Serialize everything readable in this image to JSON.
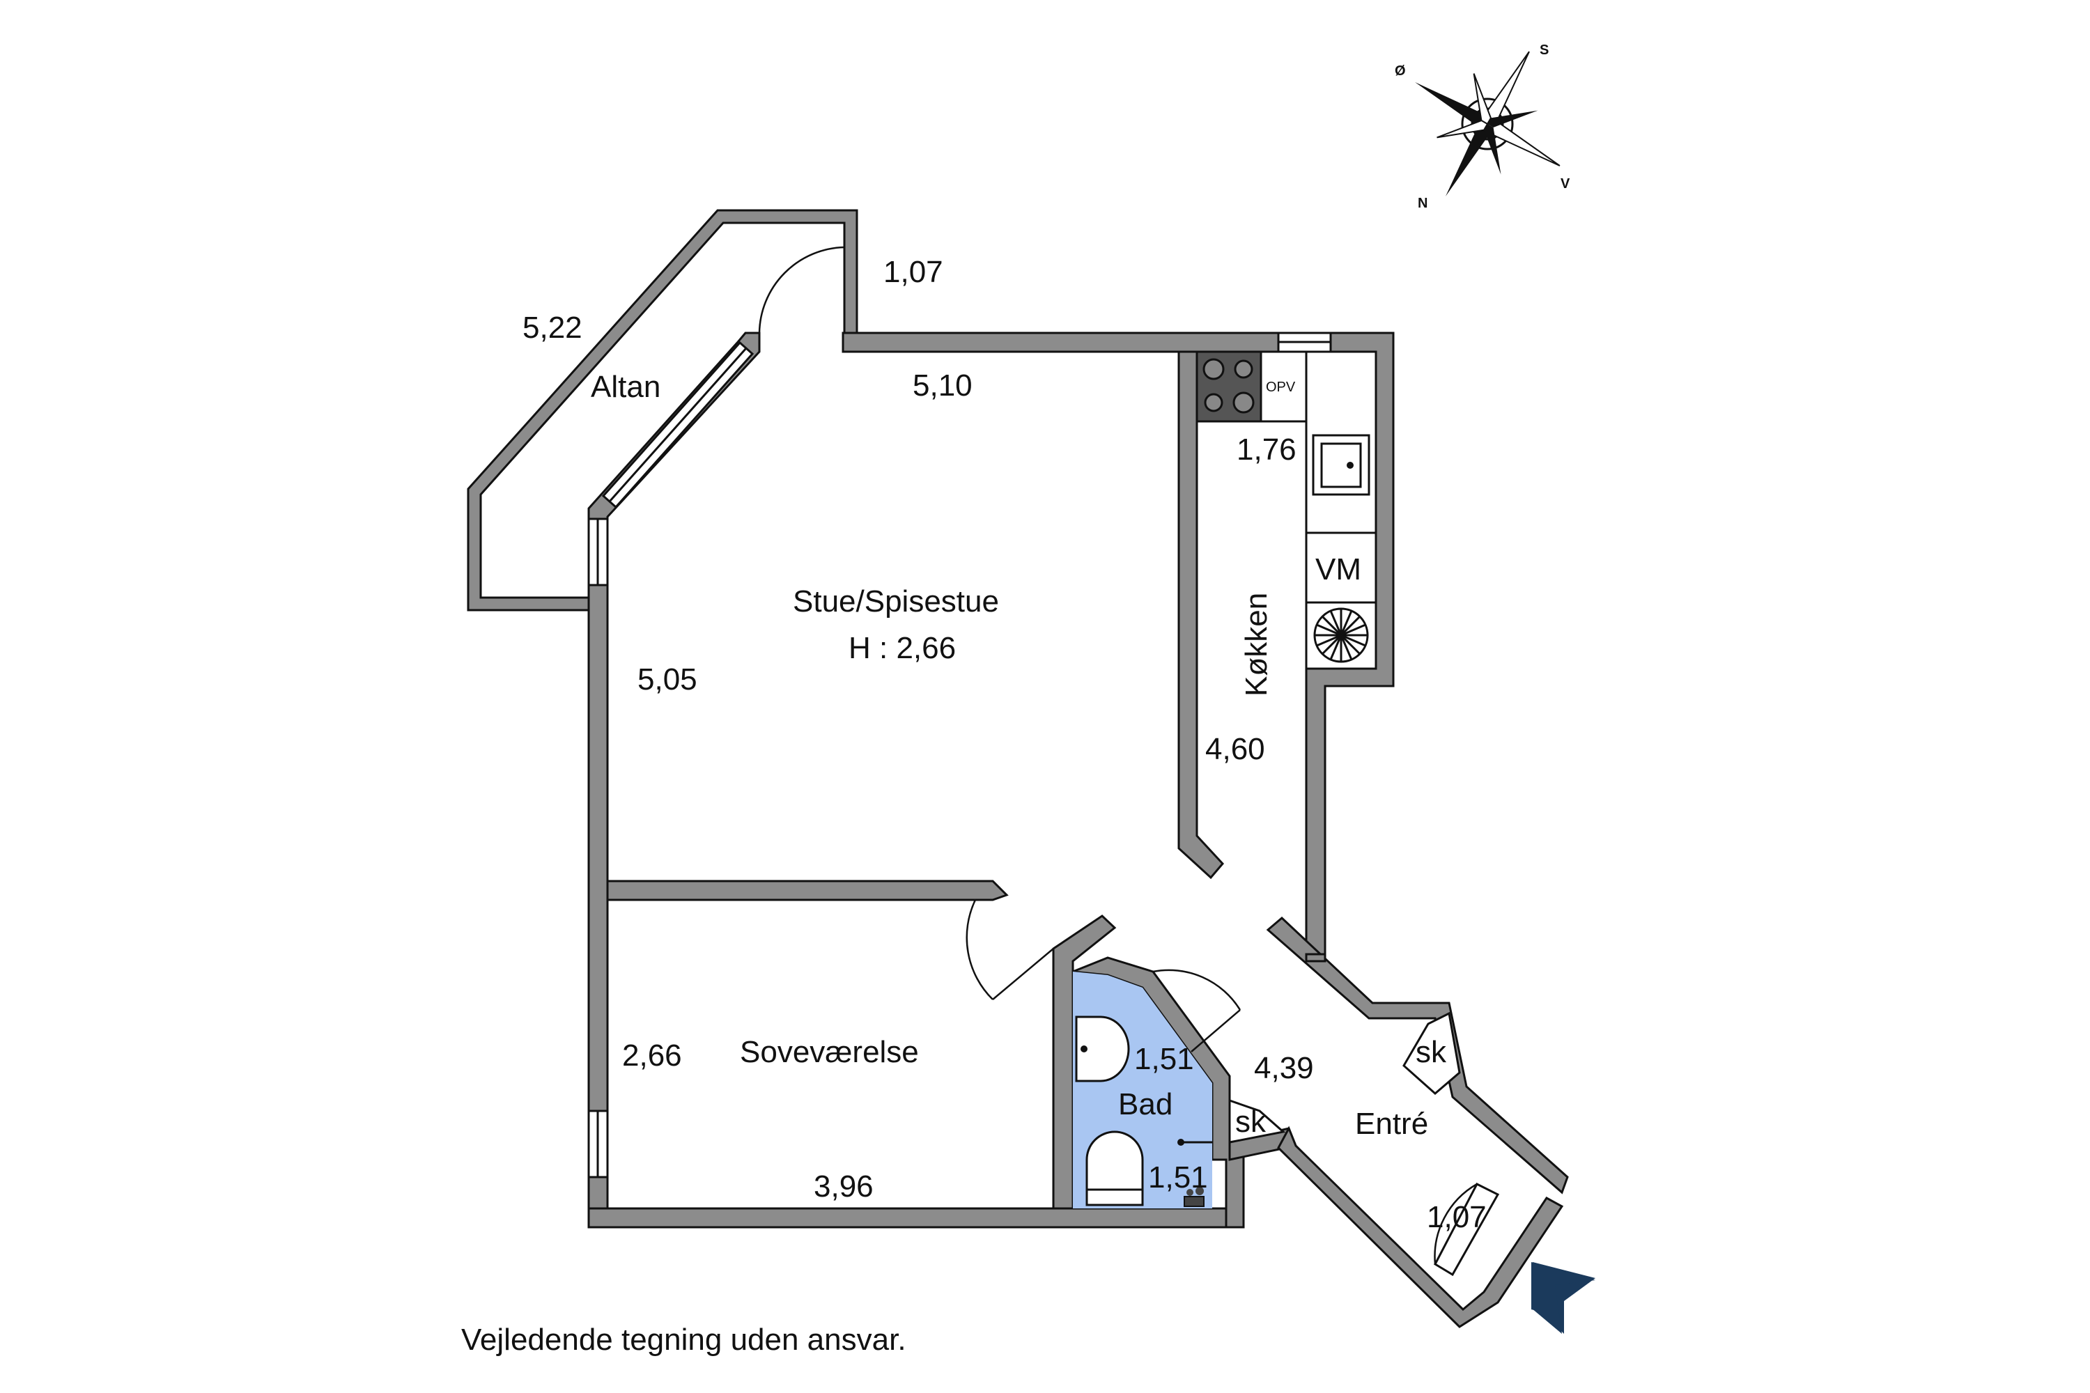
{
  "rooms": {
    "altan": "Altan",
    "stue": "Stue/Spisestue",
    "stue_height": "H : 2,66",
    "kokken": "Køkken",
    "sovevaerelse": "Soveværelse",
    "bad": "Bad",
    "entre": "Entré"
  },
  "dimensions": {
    "altan_width": "1,07",
    "altan_length": "5,22",
    "stue_width": "5,10",
    "stue_length": "5,05",
    "kokken_width": "1,76",
    "kokken_length": "4,60",
    "sove_depth": "2,66",
    "sove_width": "3,96",
    "bad_width": "1,51",
    "bad_length": "1,51",
    "entre_length": "4,39",
    "entre_width": "1,07"
  },
  "fixtures": {
    "oven": "OPV",
    "washer": "VM",
    "closet1": "sk",
    "closet2": "sk"
  },
  "compass": {
    "north": "N",
    "south": "S",
    "east": "Ø",
    "west": "V"
  },
  "disclaimer": "Vejledende tegning uden ansvar.",
  "colors": {
    "bathroom": "#a9c6f2",
    "wall": "#8c8c8c",
    "entrance_arrow": "#1b3a5c"
  }
}
